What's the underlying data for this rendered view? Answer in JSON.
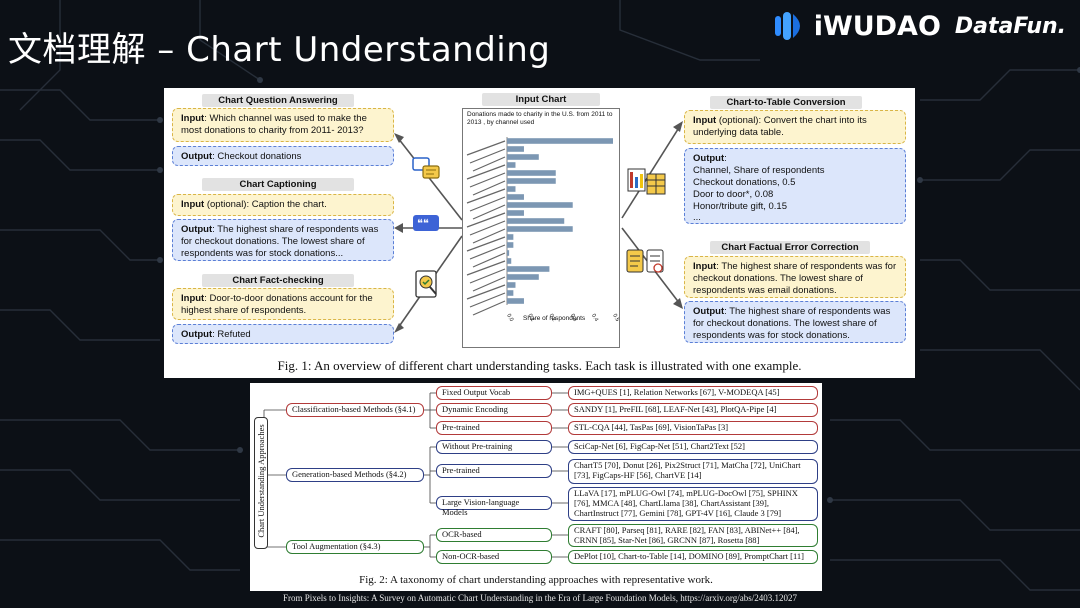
{
  "title": "文档理解 – Chart Understanding",
  "logos": {
    "iwudao": "iWUDAO",
    "datafun": "DataFun."
  },
  "fig1": {
    "left": {
      "cqa_header": "Chart Question Answering",
      "cqa_input_label": "Input",
      "cqa_input": ": Which channel was used to make the most donations to charity from 2011- 2013?",
      "cqa_output_label": "Output",
      "cqa_output": ": Checkout donations",
      "cap_header": "Chart Captioning",
      "cap_input_label": "Input",
      "cap_input": " (optional): Caption the chart.",
      "cap_output_label": "Output",
      "cap_output": ": The highest share of respondents was for checkout donations. The lowest share of respondents was for stock donations...",
      "fc_header": "Chart Fact-checking",
      "fc_input_label": "Input",
      "fc_input": ": Door-to-door donations account for the highest share of respondents.",
      "fc_output_label": "Output",
      "fc_output": ": Refuted"
    },
    "center": {
      "header": "Input Chart",
      "chart_title": "Donations made to charity in the U.S. from 2011 to 2013 , by channel used",
      "xlabel": "Share of respondents",
      "xticks": [
        "0.0",
        "0.1",
        "0.2",
        "0.3",
        "0.4",
        "0.5"
      ]
    },
    "right": {
      "ctt_header": "Chart-to-Table Conversion",
      "ctt_input_label": "Input",
      "ctt_input": " (optional): Convert the chart into its underlying data table.",
      "ctt_output_label": "Output",
      "ctt_output_lines": [
        ":",
        "Channel, Share of respondents",
        "Checkout donations, 0.5",
        "Door to door*, 0.08",
        "Honor/tribute gift, 0.15",
        "..."
      ],
      "fec_header": "Chart Factual Error Correction",
      "fec_input_label": "Input",
      "fec_input": ": The highest share of respondents was for checkout donations. The lowest share of respondents was email donations.",
      "fec_output_label": "Output",
      "fec_output": ": The highest share of respondents was for checkout donations. The lowest share of respondents was for stock donations."
    },
    "caption": "Fig. 1: An overview of different chart understanding tasks. Each task is illustrated with one example."
  },
  "fig2": {
    "root": "Chart Understanding Approaches",
    "cls": {
      "label": "Classification-based Methods (§4.1)",
      "children": [
        {
          "name": "Fixed Output Vocab",
          "works": "IMG+QUES [1], Relation Networks [67], V-MODEQA [45]"
        },
        {
          "name": "Dynamic Encoding",
          "works": "SANDY [1], PreFIL [68], LEAF-Net [43], PlotQA-Pipe [4]"
        },
        {
          "name": "Pre-trained",
          "works": "STL-CQA [44], TasPas [69], VisionTaPas [3]"
        }
      ]
    },
    "gen": {
      "label": "Generation-based Methods (§4.2)",
      "children": [
        {
          "name": "Without Pre-training",
          "works": "SciCap-Net [6], FigCap-Net [51], Chart2Text [52]"
        },
        {
          "name": "Pre-trained",
          "works": "ChartT5 [70], Donut [26], Pix2Struct [71], MatCha [72], UniChart [73], FigCaps-HF [56], ChartVE [14]"
        },
        {
          "name": "Large Vision-language Models",
          "works": "LLaVA [17], mPLUG-Owl [74], mPLUG-DocOwl [75], SPHINX [76], MMCA [48], ChartLlama [38], ChartAssistant [39], ChartInstruct [77], Gemini [78], GPT-4V [16], Claude 3 [79]"
        }
      ]
    },
    "tool": {
      "label": "Tool Augmentation (§4.3)",
      "children": [
        {
          "name": "OCR-based",
          "works": "CRAFT [80], Parseq [81], RARE [82], FAN [83], ABINet++ [84], CRNN [85], Star-Net [86], GRCNN [87], Rosetta [88]"
        },
        {
          "name": "Non-OCR-based",
          "works": "DePlot [10], Chart-to-Table [14], DOMINO [89], PromptChart [11]"
        }
      ]
    },
    "caption": "Fig. 2: A taxonomy of chart understanding approaches with representative work."
  },
  "footer": "From Pixels to Insights: A Survey on Automatic Chart Understanding in the Era of Large Foundation Models, https://arxiv.org/abs/2403.12027",
  "chart_data": {
    "type": "bar",
    "orientation": "horizontal",
    "title": "Donations made to charity in the U.S. from 2011 to 2013 , by channel used",
    "xlabel": "Share of respondents",
    "xlim": [
      0,
      0.5
    ],
    "values": [
      0.5,
      0.08,
      0.15,
      0.04,
      0.23,
      0.23,
      0.04,
      0.08,
      0.31,
      0.08,
      0.27,
      0.31,
      0.03,
      0.03,
      0.01,
      0.02,
      0.2,
      0.15,
      0.04,
      0.03,
      0.08
    ]
  }
}
